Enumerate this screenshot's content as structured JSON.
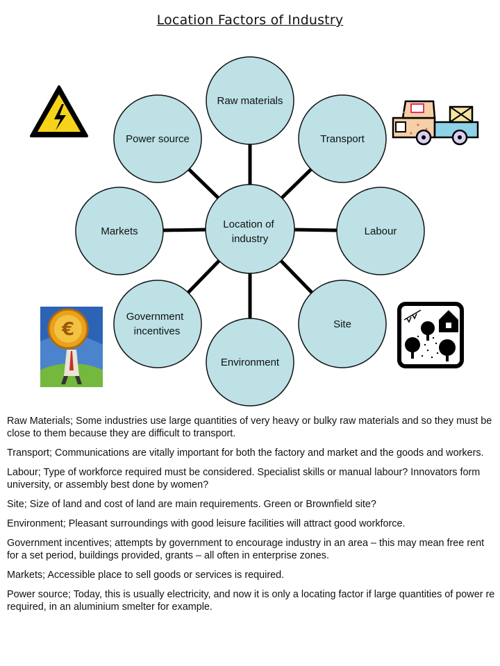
{
  "title": "Location Factors of Industry",
  "colors": {
    "node_fill": "#bde1e5",
    "node_stroke": "#0f1215",
    "connector": "#000000"
  },
  "center": {
    "label_line1": "Location of",
    "label_line2": "industry"
  },
  "factors": {
    "raw_materials": "Raw materials",
    "transport": "Transport",
    "labour": "Labour",
    "site": "Site",
    "environment": "Environment",
    "government_line1": "Government",
    "government_line2": "incentives",
    "markets": "Markets",
    "power_source": "Power source"
  },
  "icons": [
    "high-voltage-icon",
    "truck-icon",
    "euro-coin-icon",
    "trees-house-icon"
  ],
  "notes": [
    "Raw Materials; Some industries use large quantities of very heavy or bulky raw materials and so they must be close to them because they are difficult to transport.",
    "Transport; Communications are vitally important for both the factory and market and the goods and workers.",
    "Labour; Type of workforce required must be considered. Specialist skills or manual labour? Innovators form university, or assembly best done by women?",
    "Site; Size of land and cost of land are main requirements. Green or Brownfield site?",
    "Environment; Pleasant surroundings with good leisure facilities will attract good workforce.",
    "Government incentives; attempts by government to encourage industry in an area – this may mean free rent for a set period, buildings provided, grants – all often in enterprise zones.",
    "Markets; Accessible place to sell goods or services is required.",
    "Power source; Today, this is usually electricity, and now it is only a locating factor if large quantities of power re required, in an aluminium smelter for example."
  ]
}
